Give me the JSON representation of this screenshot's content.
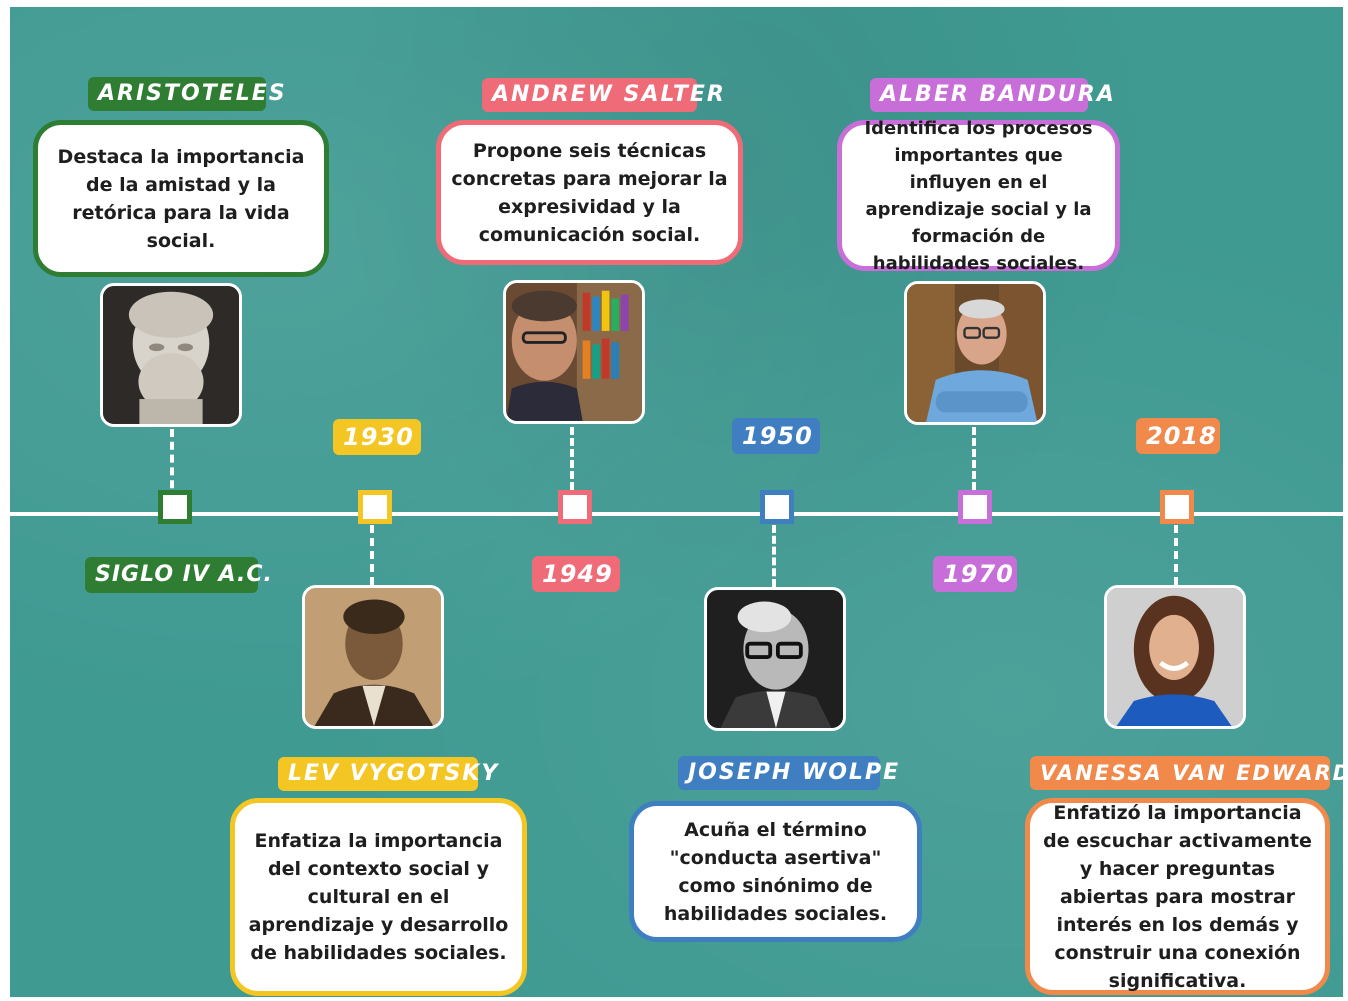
{
  "colors": {
    "board": "#3f9a92",
    "green": "#2e7d32",
    "yellow": "#f3c623",
    "red": "#ee6b77",
    "blue": "#3f7fc1",
    "purple": "#c86ed8",
    "orange": "#f0894a"
  },
  "events": [
    {
      "name": "ARISTOTELES",
      "year": "SIGLO IV A.C.",
      "description": "Destaca la importancia de la amistad y la retórica para la vida social.",
      "photo_icon": "aristotle-bust-photo"
    },
    {
      "name": "LEV VYGOTSKY",
      "year": "1930",
      "description": "Enfatiza la importancia del contexto social y cultural en el aprendizaje y desarrollo de habilidades sociales.",
      "photo_icon": "vygotsky-portrait-photo"
    },
    {
      "name": "ANDREW SALTER",
      "year": "1949",
      "description": "Propone seis técnicas concretas para mejorar la expresividad y la comunicación social.",
      "photo_icon": "salter-portrait-photo"
    },
    {
      "name": "JOSEPH WOLPE",
      "year": "1950",
      "description": "Acuña el término \"conducta asertiva\" como sinónimo de habilidades sociales.",
      "photo_icon": "wolpe-portrait-photo"
    },
    {
      "name": "ALBER BANDURA",
      "year": "1970",
      "description": "Identifica los procesos importantes que influyen en el aprendizaje social y la formación de habilidades sociales.",
      "photo_icon": "bandura-portrait-photo"
    },
    {
      "name": "VANESSA VAN EDWARDS",
      "year": "2018",
      "description": "Enfatizó la importancia de escuchar activamente y hacer preguntas abiertas para mostrar interés en los demás y construir una conexión significativa.",
      "photo_icon": "van-edwards-portrait-photo"
    }
  ]
}
